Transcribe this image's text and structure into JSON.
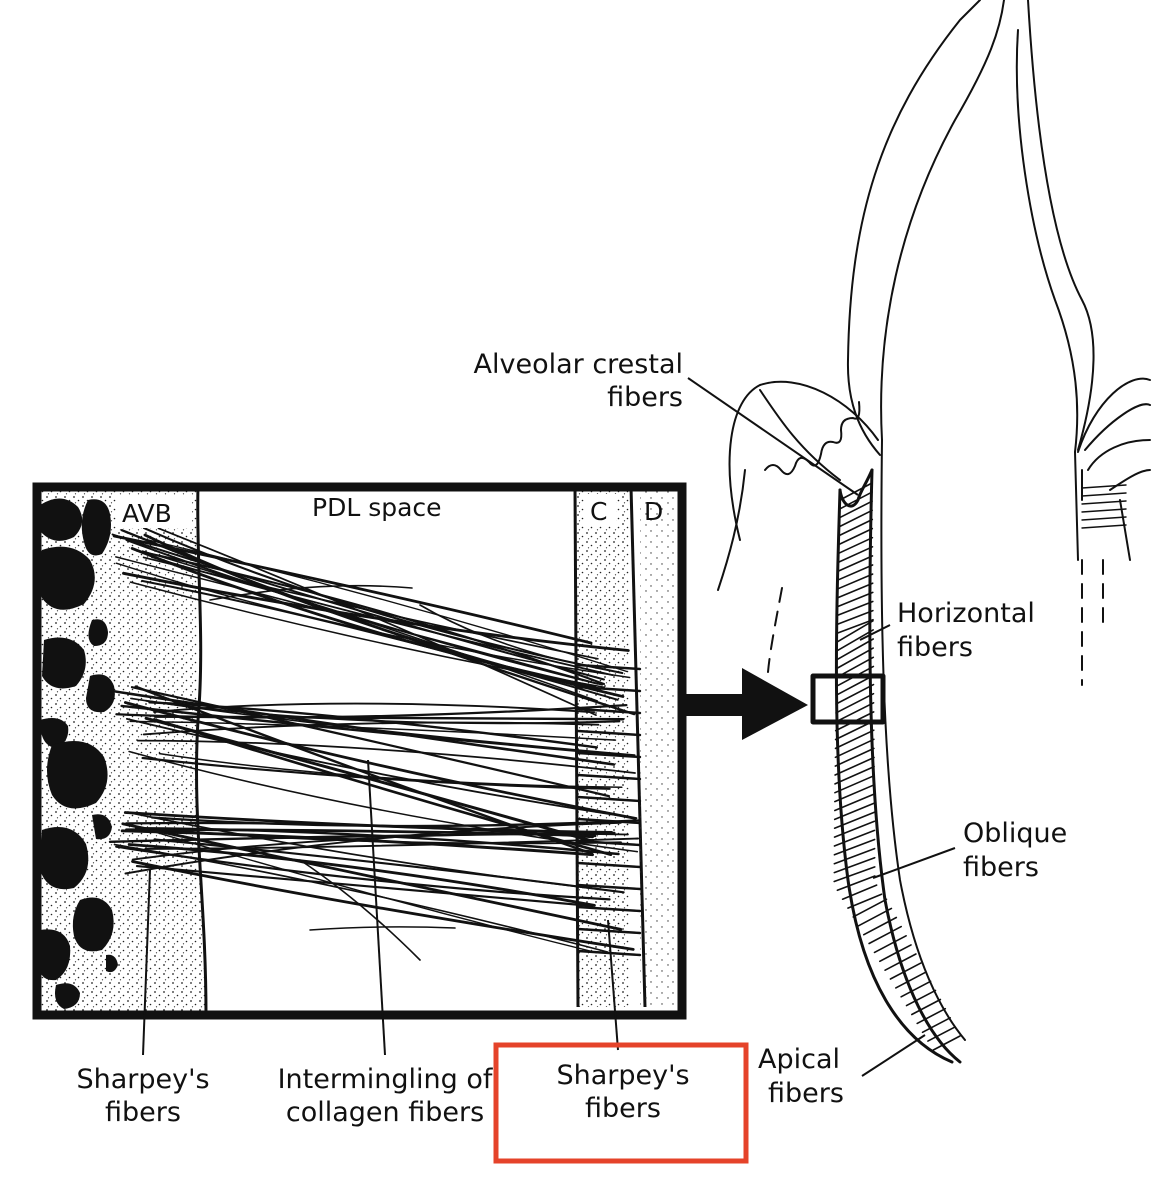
{
  "diagram": {
    "box_headers": {
      "avb": "AVB",
      "pdl_space": "PDL space",
      "c": "C",
      "d": "D"
    },
    "labels": {
      "alveolar_crestal": [
        "Alveolar crestal",
        "fibers"
      ],
      "horizontal": [
        "Horizontal",
        "fibers"
      ],
      "oblique": [
        "Oblique",
        "fibers"
      ],
      "apical": [
        "Apical",
        "fibers"
      ],
      "sharpeys_left": [
        "Sharpey's",
        "fibers"
      ],
      "intermingling": [
        "Intermingling of",
        "collagen fibers"
      ],
      "sharpeys_right": [
        "Sharpey's",
        "fibers"
      ]
    },
    "highlight": {
      "target": "sharpeys_right",
      "color": "#e5432a"
    },
    "colors": {
      "ink": "#111111",
      "paper": "#ffffff",
      "highlight": "#e5432a"
    }
  }
}
